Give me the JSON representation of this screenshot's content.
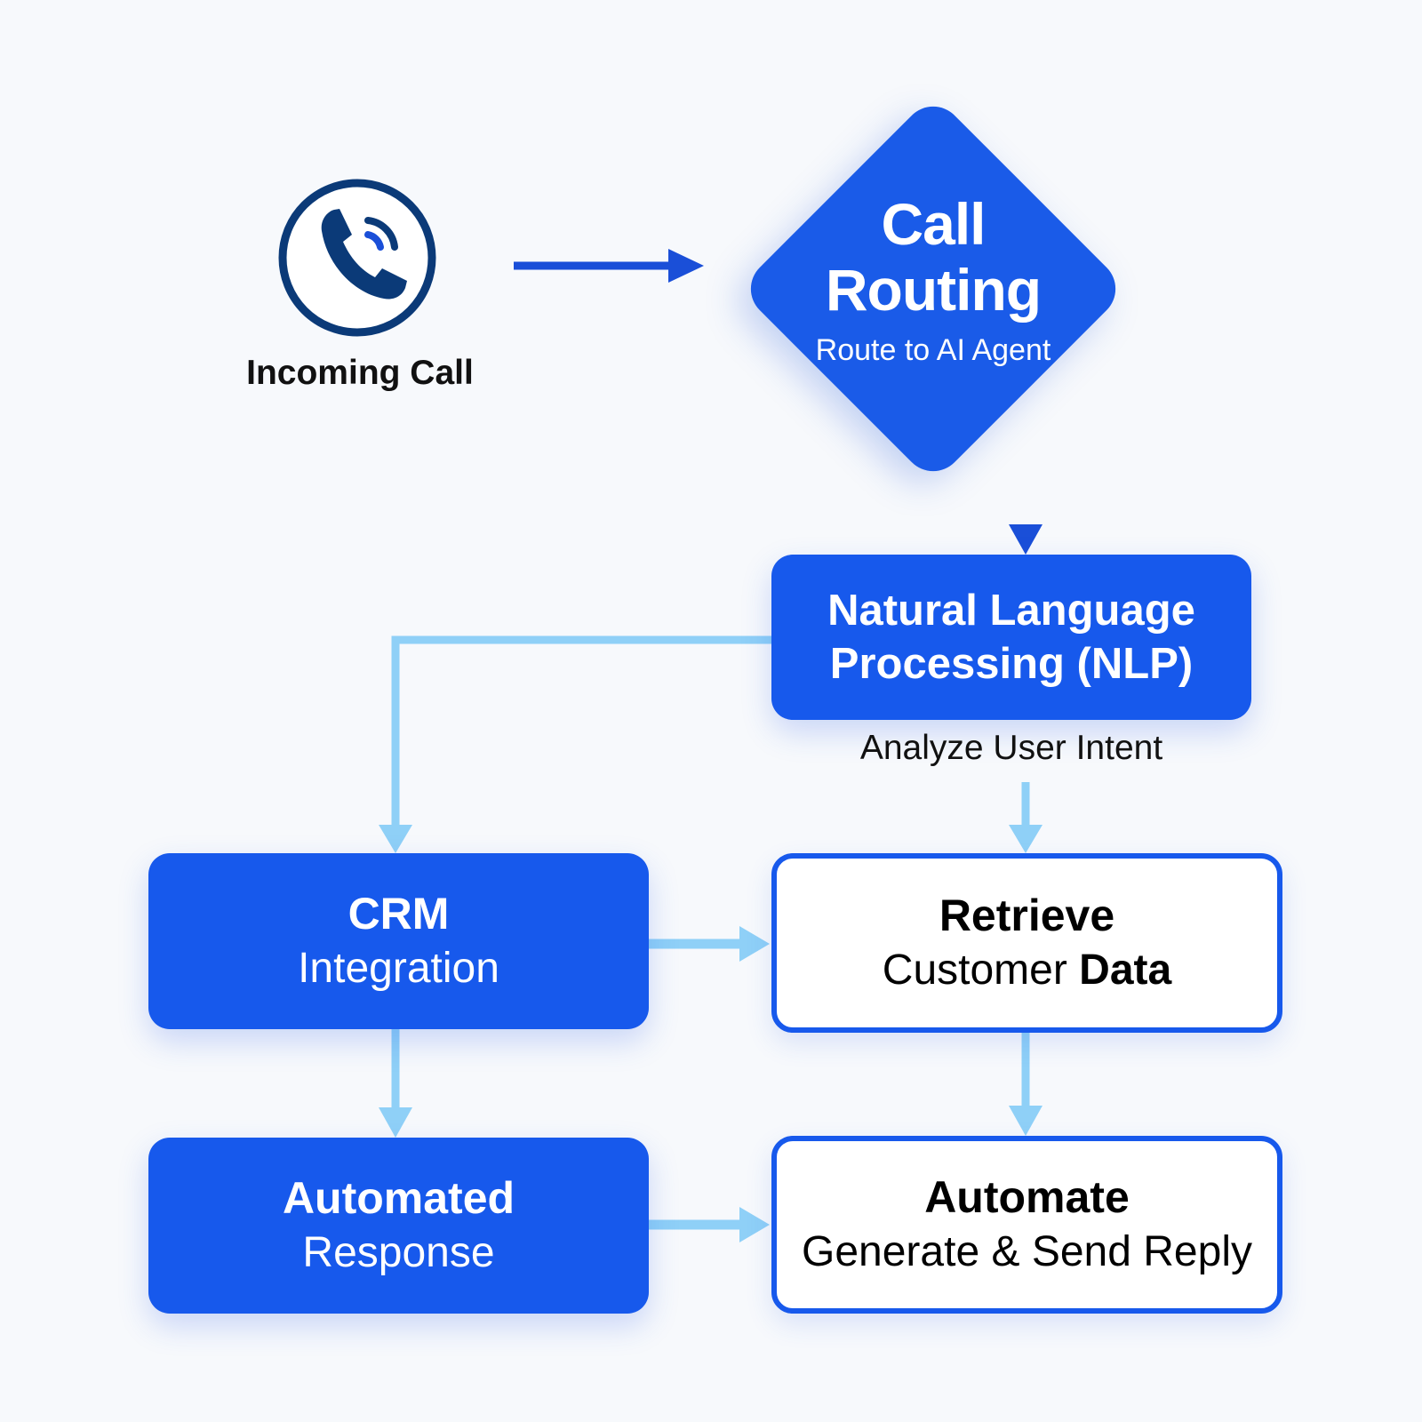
{
  "colors": {
    "primary_blue": "#1759ec",
    "dark_navy": "#0b3a78",
    "light_connector": "#8fd0f7",
    "dark_connector": "#1a4fd8",
    "background": "#f7f9fc"
  },
  "incoming_call": {
    "icon": "phone-ringing-icon",
    "label": "Incoming Call"
  },
  "call_routing": {
    "title_line1": "Call",
    "title_line2": "Routing",
    "subtitle": "Route to AI Agent"
  },
  "nlp": {
    "title_line1": "Natural Language",
    "title_line2": "Processing (NLP)",
    "caption": "Analyze User Intent"
  },
  "crm": {
    "line1": "CRM",
    "line2": "Integration"
  },
  "retrieve": {
    "line1": "Retrieve",
    "line2_part1": "Customer ",
    "line2_part2": "Data"
  },
  "automated_response": {
    "line1": "Automated",
    "line2": "Response"
  },
  "automate": {
    "line1": "Automate",
    "line2": "Generate & Send Reply"
  },
  "connectors": [
    {
      "from": "incoming_call",
      "to": "call_routing",
      "style": "dark"
    },
    {
      "from": "call_routing",
      "to": "nlp",
      "style": "dark"
    },
    {
      "from": "nlp",
      "to": "crm",
      "style": "light"
    },
    {
      "from": "nlp",
      "to": "retrieve",
      "style": "light"
    },
    {
      "from": "crm",
      "to": "retrieve",
      "style": "light"
    },
    {
      "from": "crm",
      "to": "automated_response",
      "style": "light"
    },
    {
      "from": "retrieve",
      "to": "automate",
      "style": "light"
    },
    {
      "from": "automated_response",
      "to": "automate",
      "style": "light"
    }
  ]
}
